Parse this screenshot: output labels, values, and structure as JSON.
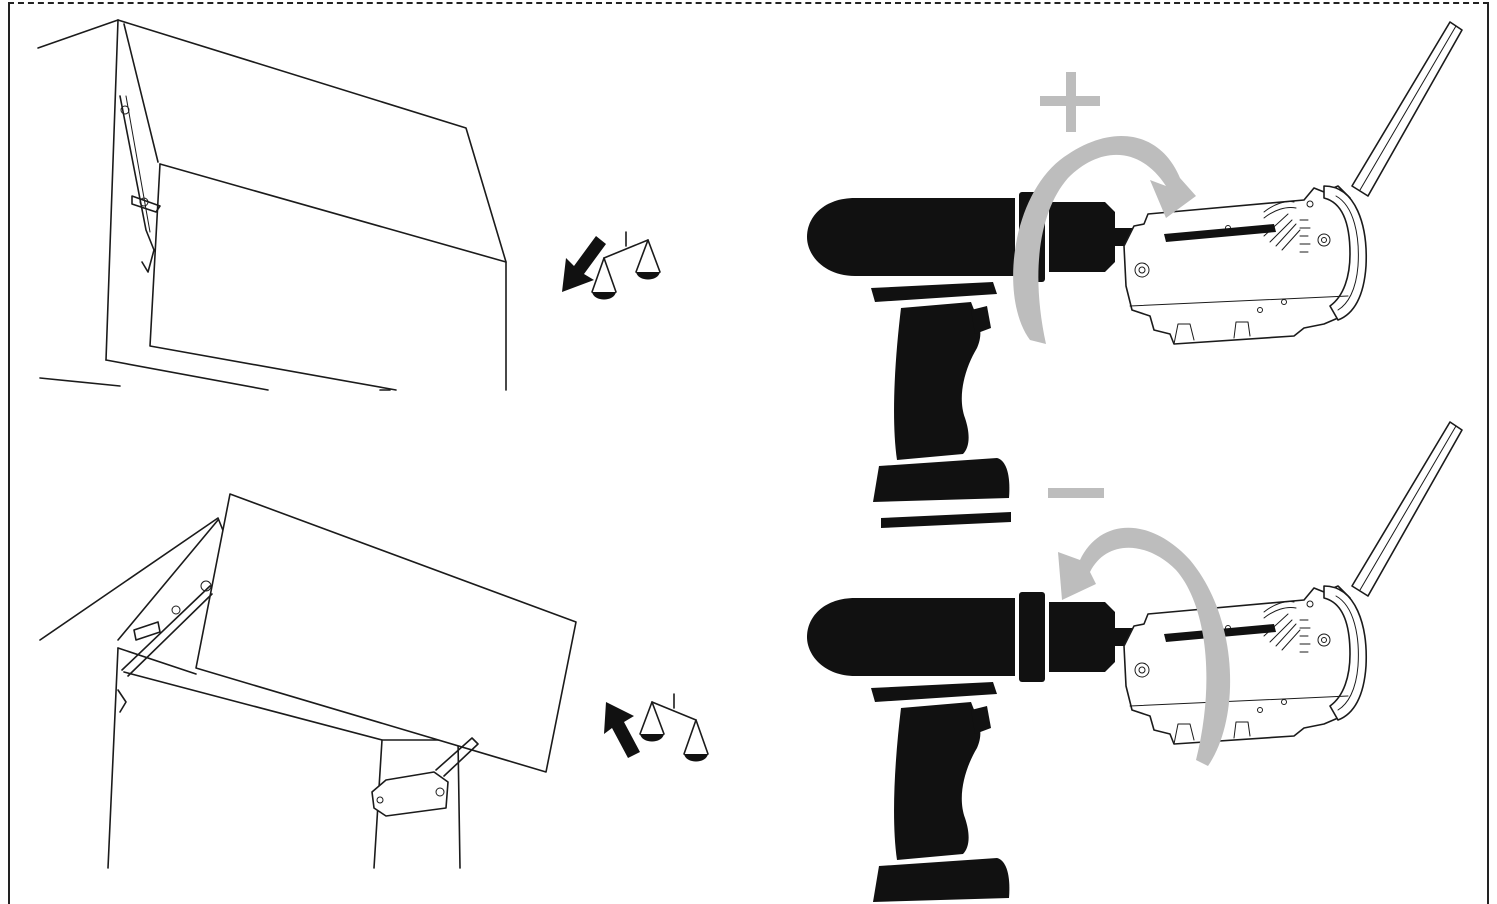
{
  "figure": {
    "panels": [
      {
        "name": "panel-increase",
        "sign_icon": "plus-icon",
        "rotation": "clockwise",
        "door_state": "closed-heavy",
        "balance_arrow": "down"
      },
      {
        "name": "panel-decrease",
        "sign_icon": "minus-icon",
        "rotation": "counterclockwise",
        "door_state": "open-light",
        "balance_arrow": "up"
      }
    ],
    "colors": {
      "line": "#1b1b1b",
      "fill_dark": "#111111",
      "arrow_grey": "#bdbdbd",
      "background": "#ffffff"
    }
  }
}
